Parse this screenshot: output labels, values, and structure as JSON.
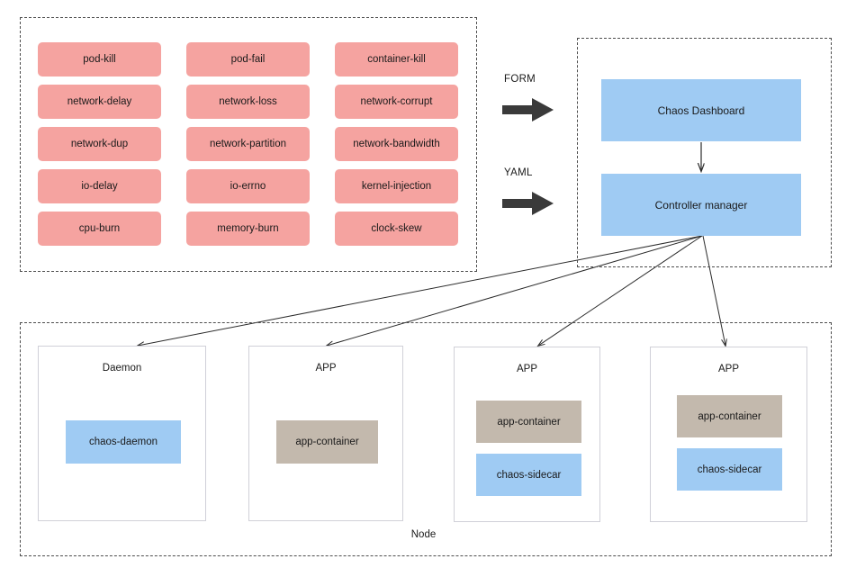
{
  "experiments": {
    "chips": [
      {
        "label": "pod-kill"
      },
      {
        "label": "pod-fail"
      },
      {
        "label": "container-kill"
      },
      {
        "label": "network-delay"
      },
      {
        "label": "network-loss"
      },
      {
        "label": "network-corrupt"
      },
      {
        "label": "network-dup"
      },
      {
        "label": "network-partition"
      },
      {
        "label": "network-bandwidth"
      },
      {
        "label": "io-delay"
      },
      {
        "label": "io-errno"
      },
      {
        "label": "kernel-injection"
      },
      {
        "label": "cpu-burn"
      },
      {
        "label": "memory-burn"
      },
      {
        "label": "clock-skew"
      }
    ]
  },
  "inputs": {
    "form_label": "FORM",
    "yaml_label": "YAML"
  },
  "control_plane": {
    "dashboard_label": "Chaos Dashboard",
    "controller_label": "Controller manager"
  },
  "node": {
    "label": "Node",
    "pods": [
      {
        "title": "Daemon",
        "containers": [
          {
            "label": "chaos-daemon",
            "color": "#9fcbf3"
          }
        ]
      },
      {
        "title": "APP",
        "containers": [
          {
            "label": "app-container",
            "color": "#c3b9ad"
          }
        ]
      },
      {
        "title": "APP",
        "containers": [
          {
            "label": "app-container",
            "color": "#c3b9ad"
          },
          {
            "label": "chaos-sidecar",
            "color": "#9fcbf3"
          }
        ]
      },
      {
        "title": "APP",
        "containers": [
          {
            "label": "app-container",
            "color": "#c3b9ad"
          },
          {
            "label": "chaos-sidecar",
            "color": "#9fcbf3"
          }
        ]
      }
    ]
  },
  "colors": {
    "experiment_chip": "#f5a3a0",
    "control_block": "#9fcbf3",
    "app_container": "#c3b9ad",
    "chaos_container": "#9fcbf3",
    "arrow": "#3a3a3a",
    "dashed_border": "#4d4d4d"
  }
}
